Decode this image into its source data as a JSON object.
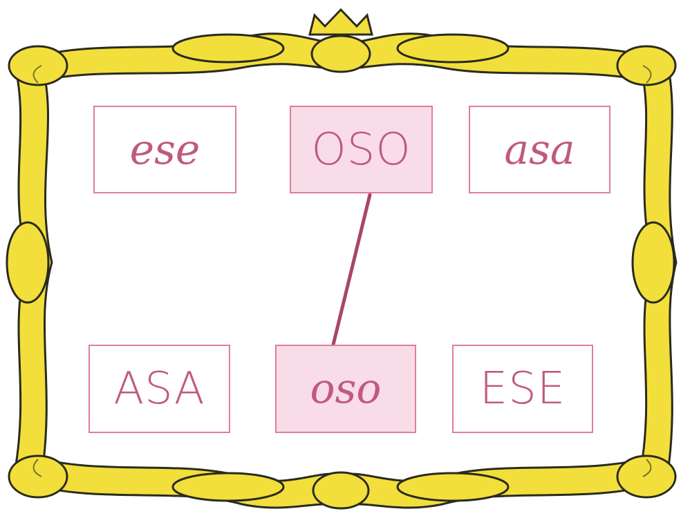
{
  "cards": [
    {
      "id": "c1",
      "text": "ese",
      "style": "cursive",
      "highlight": false
    },
    {
      "id": "c2",
      "text": "OSO",
      "style": "print",
      "highlight": true
    },
    {
      "id": "c3",
      "text": "asa",
      "style": "cursive",
      "highlight": false
    },
    {
      "id": "c4",
      "text": "ASA",
      "style": "print",
      "highlight": false
    },
    {
      "id": "c5",
      "text": "oso",
      "style": "cursive",
      "highlight": true
    },
    {
      "id": "c6",
      "text": "ESE",
      "style": "print",
      "highlight": false
    }
  ],
  "connection": {
    "from": "OSO",
    "to": "oso"
  },
  "colors": {
    "frame_gold": "#f2df3c",
    "frame_outline": "#2a2a1e",
    "card_border": "#e07d9a",
    "card_text": "#c05a7e",
    "highlight_fill": "#f8dde8",
    "link_line": "#a8466a"
  }
}
